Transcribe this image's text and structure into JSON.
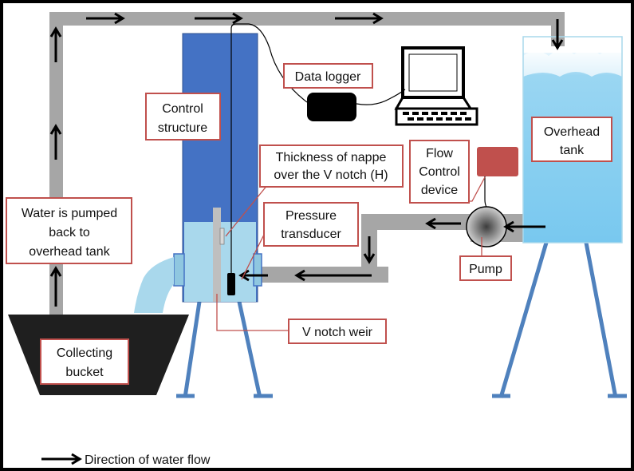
{
  "colors": {
    "frame": "#000000",
    "background": "#ffffff",
    "pipe": "#a6a6a6",
    "control_structure": "#4472c4",
    "water": "#a9d8ec",
    "tank_water": "#8fd0ef",
    "label_border": "#c0504d",
    "flow_control_device": "#c0504d",
    "stand_legs": "#4f81bd",
    "bucket": "#1f1f1f"
  },
  "labels": {
    "data_logger": "Data logger",
    "control_structure": [
      "Control",
      "structure"
    ],
    "thickness_of_nappe": [
      "Thickness of nappe",
      "over the V notch (H)"
    ],
    "flow_control_device": [
      "Flow",
      "Control",
      "device"
    ],
    "overhead_tank": [
      "Overhead",
      "tank"
    ],
    "water_pumped_back": [
      "Water is pumped",
      "back to",
      "overhead tank"
    ],
    "pressure_transducer": [
      "Pressure",
      "transducer"
    ],
    "pump": "Pump",
    "v_notch_weir": "V notch weir",
    "collecting_bucket": [
      "Collecting",
      "bucket"
    ]
  },
  "legend": {
    "text": "Direction of water flow"
  },
  "icons": [
    "computer-icon",
    "data-logger-icon",
    "pump-icon",
    "flow-control-device-icon",
    "pressure-transducer-icon"
  ]
}
